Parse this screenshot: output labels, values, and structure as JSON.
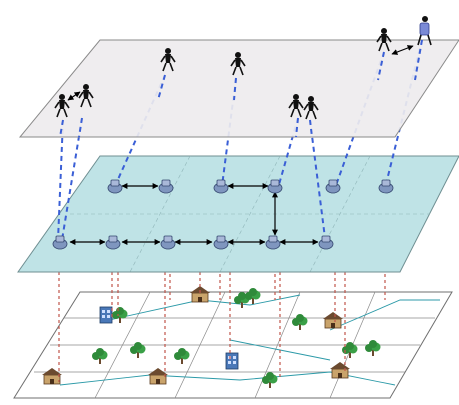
{
  "diagram": {
    "layers": [
      {
        "name": "social-layer",
        "fill": "#eeebee",
        "stroke": "#8a8a8a"
      },
      {
        "name": "device-network-layer",
        "fill": "#bfe3e6",
        "stroke": "#6f8f92"
      },
      {
        "name": "physical-map-layer",
        "fill": "#ffffff",
        "stroke": "#6f6f6f"
      }
    ],
    "colors": {
      "social_link": "#3a5fd6",
      "physical_link": "#c0554a",
      "device_link": "#000000",
      "tree": "#2f8a3a",
      "house": "#6b4a2f",
      "road": "#2c9aa8"
    },
    "icons": [
      "person-icon",
      "device-node-icon",
      "tree-icon",
      "house-icon",
      "building-icon"
    ]
  }
}
